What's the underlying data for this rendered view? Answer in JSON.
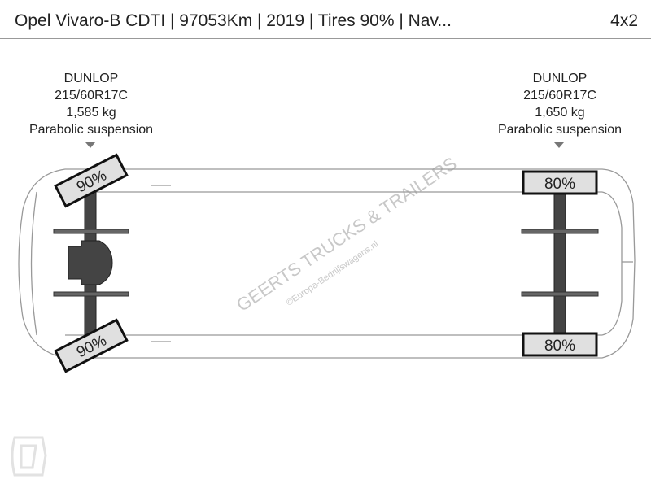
{
  "header": {
    "title": "Opel Vivaro-B CDTI | 97053Km | 2019 | Tires 90% | Nav...",
    "axle_config": "4x2"
  },
  "axles": [
    {
      "position": "front",
      "brand": "DUNLOP",
      "tire_size": "215/60R17C",
      "load": "1,585 kg",
      "suspension": "Parabolic suspension",
      "tread_left": "90%",
      "tread_right": "90%"
    },
    {
      "position": "rear",
      "brand": "DUNLOP",
      "tire_size": "215/60R17C",
      "load": "1,650 kg",
      "suspension": "Parabolic suspension",
      "tread_left": "80%",
      "tread_right": "80%"
    }
  ],
  "watermark": {
    "line1": "GEERTS TRUCKS & TRAILERS",
    "line2": "©Europa-Bedrijfswagens.nl"
  },
  "colors": {
    "tire_fill": "#e0e0e0",
    "axle": "#444444",
    "outline": "#999999",
    "watermark": "#c8c8c8"
  }
}
